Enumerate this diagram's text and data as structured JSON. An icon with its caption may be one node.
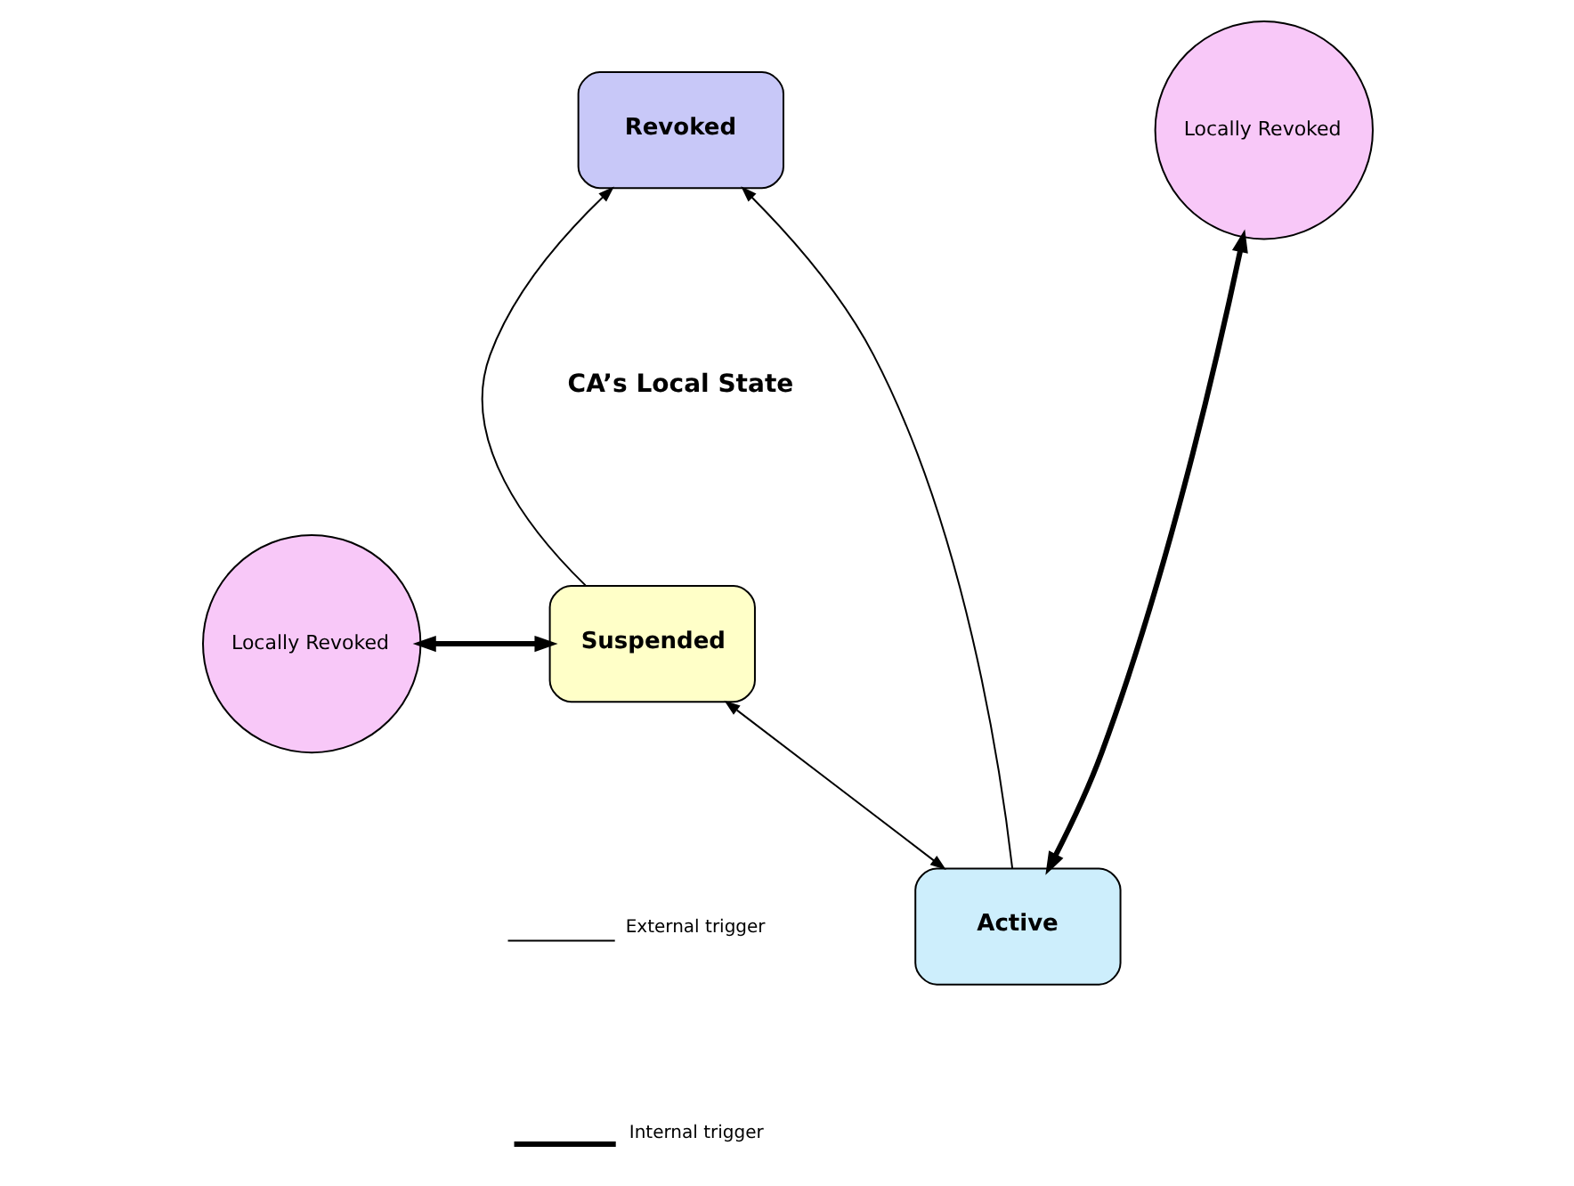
{
  "diagram": {
    "nodes": [
      {
        "text": [
          "Revoked"
        ]
      },
      {
        "text": [
          "Locally Revoked"
        ]
      },
      {
        "text": [
          "Active"
        ]
      },
      {
        "text": [
          "Locally Revoked"
        ]
      },
      {
        "text": [
          "Suspended"
        ]
      }
    ],
    "edges": [
      {
        "from": 2,
        "to": 0,
        "arrow": "to"
      },
      {
        "from": 4,
        "to": 0,
        "arrow": "to"
      },
      {
        "from": 1,
        "to": 2,
        "arrow": "both",
        "style": "thick"
      },
      {
        "from": 3,
        "to": 4,
        "arrow": "both",
        "style": "thick"
      },
      {
        "from": 4,
        "to": 2,
        "arrow": "both"
      }
    ],
    "labels": [
      "CA’s Local State"
    ],
    "legend": [
      {
        "text": "External trigger"
      },
      {
        "text": "Internal trigger"
      }
    ]
  }
}
